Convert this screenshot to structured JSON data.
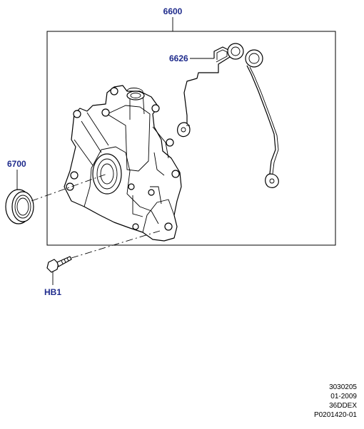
{
  "callouts": {
    "assembly": "6600",
    "gasket": "6626",
    "seal": "6700",
    "bolt": "HB1"
  },
  "reference": {
    "line1": "3030205",
    "line2": "01-2009",
    "line3": "36DDEX",
    "line4": "P0201420-01"
  },
  "colors": {
    "callout": "#1f2b8c",
    "line": "#000000"
  }
}
